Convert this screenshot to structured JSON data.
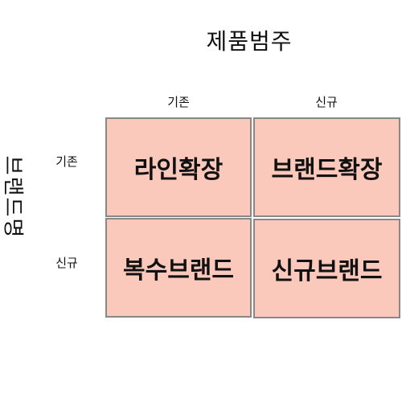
{
  "title": "제품범주",
  "y_axis_label": "브랜드명",
  "columns": [
    "기존",
    "신규"
  ],
  "rows": [
    "기존",
    "신규"
  ],
  "cells": [
    [
      "라인확장",
      "브랜드확장"
    ],
    [
      "복수브랜드",
      "신규브랜드"
    ]
  ],
  "colors": {
    "cell_fill": "#fbc9bc",
    "cell_border": "#888888"
  }
}
